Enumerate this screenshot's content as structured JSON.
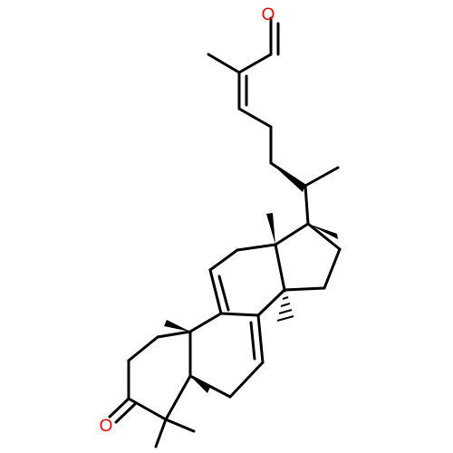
{
  "molecule": {
    "atoms": [
      {
        "id": "O1",
        "element": "O",
        "color": "#e00000",
        "label": "O"
      },
      {
        "id": "O2",
        "element": "O",
        "color": "#e00000",
        "label": "O"
      }
    ],
    "bond_color": "#000000"
  }
}
